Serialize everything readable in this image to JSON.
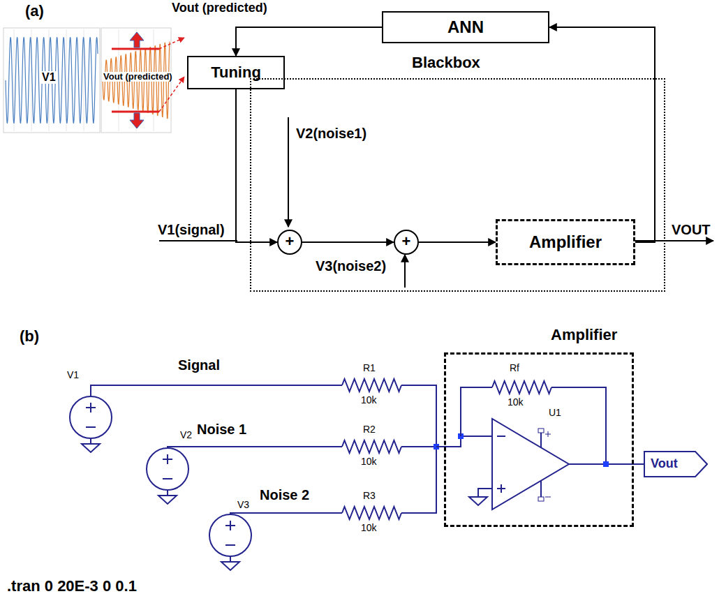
{
  "diagram": {
    "nodes": [
      {
        "text": [
          "ANN"
        ]
      },
      {
        "text": [
          "Tuning"
        ]
      },
      {
        "text": [
          "Blackbox"
        ]
      },
      {
        "text": [
          "+"
        ],
        "in": 2
      },
      {
        "text": [
          "+"
        ],
        "in": 2
      },
      {
        "text": [
          "Amplifier"
        ],
        "in": 2
      },
      {
        "text": [
          "Amplifier"
        ]
      },
      {
        "text": [
          "Vout"
        ]
      }
    ],
    "edges": [
      {
        "from": 0,
        "to": 1,
        "arrow": "to"
      },
      {
        "from": 1,
        "to": 3,
        "arrow": "to"
      },
      {
        "from": 3,
        "to": 4,
        "arrow": "to"
      },
      {
        "from": 4,
        "to": 5,
        "arrow": "to"
      },
      {
        "from": 5,
        "to": 0,
        "arrow": "to"
      }
    ],
    "labels": [
      "(a)",
      "Vout (predicted)",
      "V1",
      "Vout (predicted)",
      "V2(noise1)",
      "V1(signal)",
      "V3(noise2)",
      "VOUT",
      "(b)",
      "Signal",
      "R1",
      "10k",
      "Rf",
      "10k",
      "V1",
      "U1",
      "Noise 1",
      "R2",
      "10k",
      "V2",
      "Noise 2",
      "R3",
      "10k",
      "V3",
      ".tran 0 20E-3 0 0.1"
    ]
  }
}
